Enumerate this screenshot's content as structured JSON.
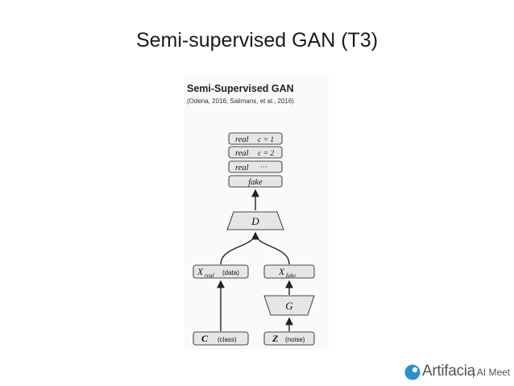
{
  "slide": {
    "title": "Semi-supervised GAN (T3)"
  },
  "figure": {
    "title": "Semi-Supervised GAN",
    "citation": "(Odena, 2016;  Salimans, et al., 2016)",
    "outputs": [
      {
        "label": "real",
        "sub": "c = 1"
      },
      {
        "label": "real",
        "sub": "c = 2"
      },
      {
        "label": "real",
        "sub": "···"
      },
      {
        "label": "fake",
        "sub": ""
      }
    ],
    "discriminator": "D",
    "generator": "G",
    "x_real": {
      "symbol": "X",
      "subscript": "real",
      "note": "(data)"
    },
    "x_fake": {
      "symbol": "X",
      "subscript": "fake",
      "note": ""
    },
    "c_input": {
      "symbol": "C",
      "note": "(class)"
    },
    "z_input": {
      "symbol": "Z",
      "note": "(noise)"
    },
    "colors": {
      "box_fill": "#e6e6e6",
      "box_stroke": "#4a4a4a"
    }
  },
  "brand": {
    "name": "Artifacia",
    "suffix": "| AI Meet",
    "accent": "#2a8fd4"
  }
}
